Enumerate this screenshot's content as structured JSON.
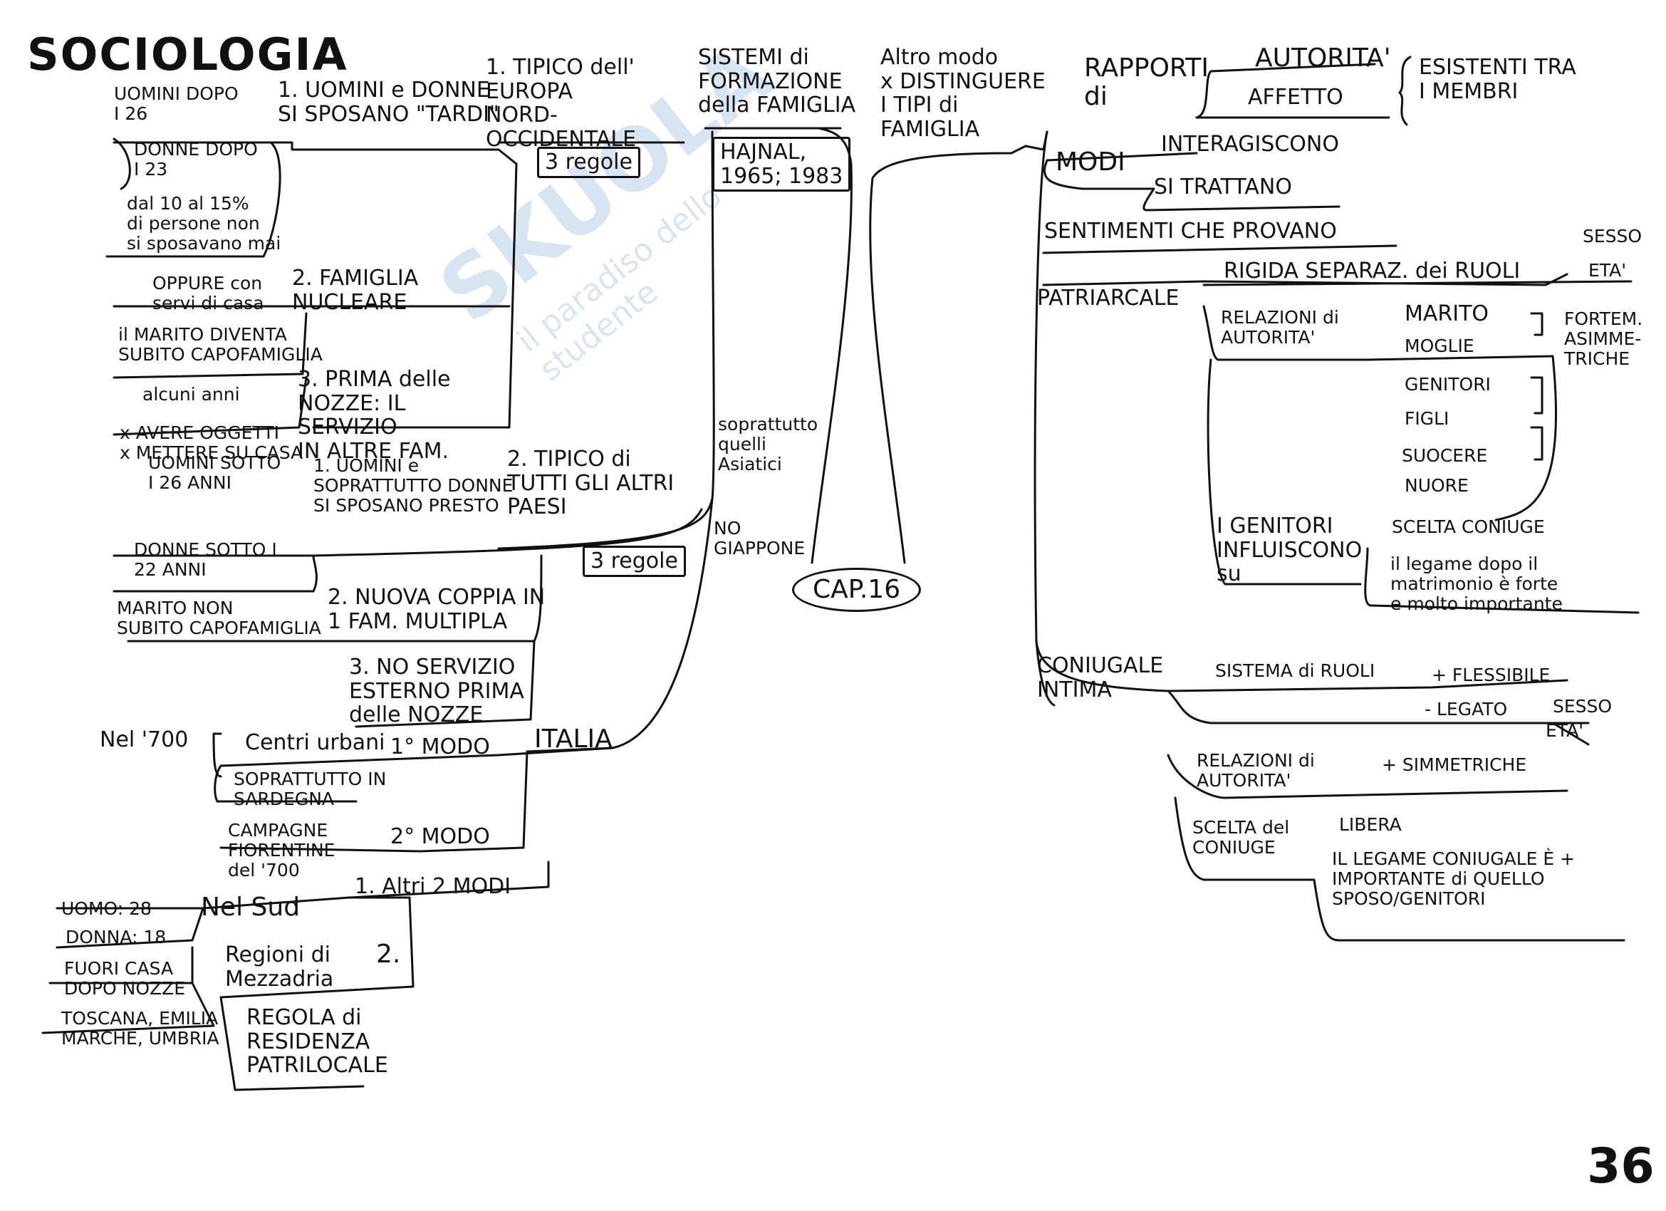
{
  "title": "SOCIOLOGIA",
  "page_number": "36",
  "center": "CAP.16",
  "watermark": {
    "brand": "SKUOLA",
    "tagline": "il paradiso dello studente"
  },
  "left": {
    "header": {
      "tipico": "1. TIPICO dell'\nEUROPA\nNORD-\nOCCIDENTALE",
      "sistemi": "SISTEMI di\nFORMAZIONE\ndella FAMIGLIA",
      "hajnal": "HAJNAL,\n1965; 1983",
      "regole": "3 regole"
    },
    "nord": {
      "r1_title": "1. UOMINI e DONNE\nSI SPOSANO \"TARDI\"",
      "uomini": "UOMINI DOPO\nI 26",
      "donne": "DONNE DOPO\nI 23",
      "percent": "dal 10 al 15%\ndi persone non\nsi sposavano mai",
      "r2_title": "2. FAMIGLIA\nNUCLEARE",
      "oppure": "OPPURE con\nservi di casa",
      "marito": "il MARITO DIVENTA\nSUBITO CAPOFAMIGLIA",
      "r3_title": "3. PRIMA delle\nNOZZE: IL\nSERVIZIO\nIN ALTRE FAM.",
      "alcuni": "alcuni anni",
      "averne": "x AVERE OGGETTI\nx METTERE SU CASA"
    },
    "altri": {
      "title": "2. TIPICO di\nTUTTI GLI ALTRI\nPAESI",
      "sopra": "soprattutto\nquelli\nAsiatici",
      "no": "NO\nGIAPPONE",
      "regole": "3 regole",
      "r1_title": "1. UOMINI e\nSOPRATTUTTO DONNE\nSI SPOSANO PRESTO",
      "uomini": "UOMINI SOTTO\nI 26 ANNI",
      "donne": "DONNE SOTTO I\n22 ANNI",
      "r2_title": "2. NUOVA COPPIA IN\n1 FAM. MULTIPLA",
      "marito": "MARITO NON\nSUBITO CAPOFAMIGLIA",
      "r3_title": "3. NO SERVIZIO\nESTERNO PRIMA\ndelle NOZZE"
    },
    "italia": {
      "title": "ITALIA",
      "nel700": "Nel '700",
      "cent": "Centri urbani",
      "modo1": "1° MODO",
      "sard": "SOPRATTUTTO IN\nSARDEGNA",
      "camp": "CAMPAGNE\nFIORENTINE\ndel '700",
      "modo2": "2° MODO",
      "altri2": "1. Altri 2 MODI",
      "nelsud": "Nel Sud",
      "uomo": "UOMO: 28",
      "donna": "DONNA: 18",
      "fuori": "FUORI CASA\nDOPO NOZZE",
      "toscana": "TOSCANA, EMILIA\nMARCHE, UMBRIA",
      "two": "2.",
      "regioni": "Regioni di\nMezzadria",
      "regola": "REGOLA di\nRESIDENZA\nPATRILOCALE"
    }
  },
  "right": {
    "altro": "Altro modo\nx DISTINGUERE\nI TIPI di\nFAMIGLIA",
    "rapporti": "RAPPORTI\ndi",
    "autorita": "AUTORITA'",
    "affetto": "AFFETTO",
    "esistenti": "ESISTENTI TRA\nI MEMBRI",
    "modi": "MODI",
    "interag": "INTERAGISCONO",
    "si_trattano": "SI TRATTANO",
    "sentimenti": "SENTIMENTI CHE PROVANO",
    "patri": {
      "title": "PATRIARCALE",
      "rigida": "RIGIDA SEPARAZ. dei RUOLI",
      "sesso": "SESSO",
      "eta": "ETA'",
      "relaz": "RELAZIONI di\nAUTORITA'",
      "marito": "MARITO",
      "moglie": "MOGLIE",
      "genitori": "GENITORI",
      "figli": "FIGLI",
      "suocere": "SUOCERE",
      "nuore": "NUORE",
      "fortem": "FORTEM.\nASIMME-\nTRICHE",
      "gen_infl": "I GENITORI\nINFLUISCONO\nsu",
      "scelta": "SCELTA CONIUGE",
      "legame": "il legame dopo il\nmatrimonio è forte\ne molto importante"
    },
    "coniug": {
      "title": "CONIUGALE\nINTIMA",
      "sistema": "SISTEMA di RUOLI",
      "flessibile": "+ FLESSIBILE",
      "legato": "- LEGATO",
      "sesso": "SESSO",
      "eta": "ETA'",
      "relaz": "RELAZIONI di\nAUTORITA'",
      "simm": "+ SIMMETRICHE",
      "scelta": "SCELTA del\nCONIUGE",
      "libera": "LIBERA",
      "legame": "IL LEGAME CONIUGALE È +\nIMPORTANTE di QUELLO\nSPOSO/GENITORI"
    }
  }
}
